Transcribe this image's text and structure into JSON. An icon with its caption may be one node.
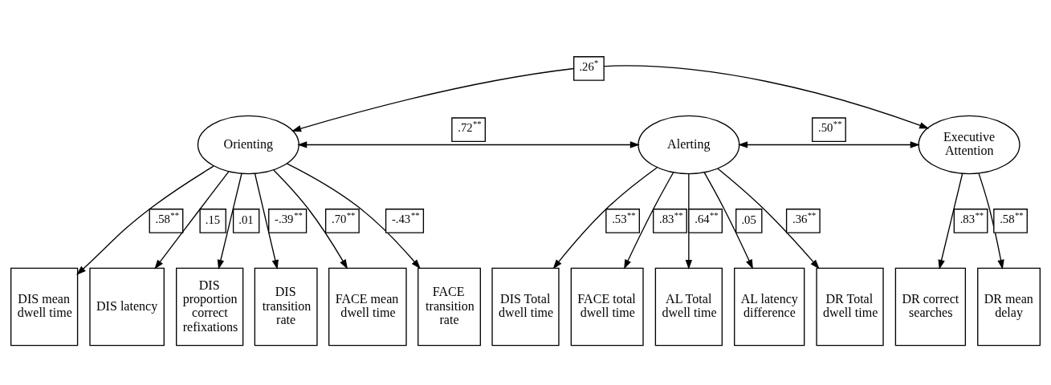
{
  "diagram": {
    "nodes": [
      {
        "text": [
          "Orienting"
        ]
      },
      {
        "text": [
          "Alerting"
        ]
      },
      {
        "text": [
          "Executive Attention"
        ]
      },
      {
        "text": [
          "DIS mean dwell time"
        ]
      },
      {
        "text": [
          "DIS latency"
        ]
      },
      {
        "text": [
          "DIS proportion correct refixations"
        ]
      },
      {
        "text": [
          "DIS transition rate"
        ]
      },
      {
        "text": [
          "FACE mean dwell time"
        ]
      },
      {
        "text": [
          "FACE transition rate"
        ]
      },
      {
        "text": [
          "DIS Total dwell time"
        ]
      },
      {
        "text": [
          "FACE total dwell time"
        ]
      },
      {
        "text": [
          "AL Total dwell time"
        ]
      },
      {
        "text": [
          "AL latency difference"
        ]
      },
      {
        "text": [
          "DR Total dwell time"
        ]
      },
      {
        "text": [
          "DR correct searches"
        ]
      },
      {
        "text": [
          "DR mean delay"
        ]
      }
    ],
    "edges": [
      {
        "from": 0,
        "to": 2,
        "arrow": "both",
        "label": ".26$^{*}$"
      },
      {
        "from": 0,
        "to": 1,
        "arrow": "both",
        "label": ".72$^{**}$"
      },
      {
        "from": 1,
        "to": 2,
        "arrow": "both",
        "label": ".50$^{**}$"
      },
      {
        "from": 0,
        "to": 3,
        "arrow": "to",
        "label": ".58$^{**}$"
      },
      {
        "from": 0,
        "to": 4,
        "arrow": "to",
        "label": ".15"
      },
      {
        "from": 0,
        "to": 5,
        "arrow": "to",
        "label": ".01"
      },
      {
        "from": 0,
        "to": 6,
        "arrow": "to",
        "label": "-.39$^{**}$"
      },
      {
        "from": 0,
        "to": 7,
        "arrow": "to",
        "label": ".70$^{**}$"
      },
      {
        "from": 0,
        "to": 8,
        "arrow": "to",
        "label": "-.43$^{**}$"
      },
      {
        "from": 1,
        "to": 9,
        "arrow": "to",
        "label": ".53$^{**}$"
      },
      {
        "from": 1,
        "to": 10,
        "arrow": "to",
        "label": ".83$^{**}$"
      },
      {
        "from": 1,
        "to": 11,
        "arrow": "to",
        "label": ".64$^{**}$"
      },
      {
        "from": 1,
        "to": 12,
        "arrow": "to",
        "label": ".05"
      },
      {
        "from": 1,
        "to": 13,
        "arrow": "to",
        "label": ".36$^{**}$"
      },
      {
        "from": 2,
        "to": 14,
        "arrow": "to",
        "label": ".83$^{**}$"
      },
      {
        "from": 2,
        "to": 15,
        "arrow": "to",
        "label": ".58$^{**}$"
      }
    ]
  }
}
